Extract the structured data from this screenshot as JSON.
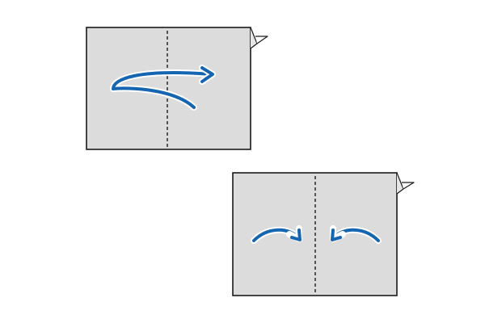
{
  "colors": {
    "background": "#ffffff",
    "sheet_fill": "#dcdcdc",
    "sheet_stroke": "#1a1a1a",
    "arrow_blue": "#1565b0",
    "arrow_halo": "#ffffff",
    "fold_line": "#1a1a1a"
  },
  "steps": [
    {
      "name": "step-1-sheet",
      "fold_line_style": "dashed",
      "arrows": [
        {
          "name": "fold-arrow-left-to-right",
          "direction": "left-to-right"
        }
      ],
      "corner_tab": "folded-corner-tab"
    },
    {
      "name": "step-2-sheet",
      "fold_line_style": "dashed",
      "arrows": [
        {
          "name": "fold-arrow-left-inward",
          "direction": "toward-center"
        },
        {
          "name": "fold-arrow-right-inward",
          "direction": "toward-center"
        }
      ],
      "corner_tab": "folded-corner-tab"
    }
  ],
  "icons": {
    "corner_tab": "folded-corner-tab-icon",
    "arrow": "curved-arrow-icon"
  }
}
